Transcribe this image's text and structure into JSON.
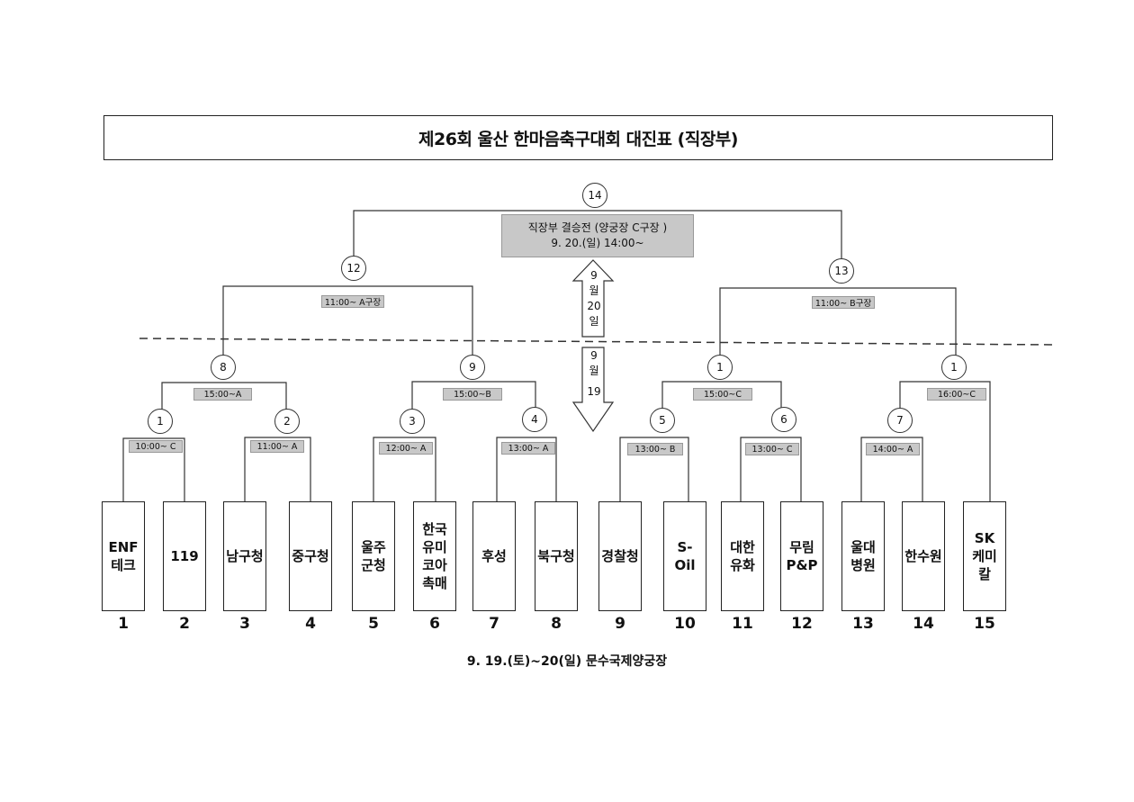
{
  "title": "제26회 울산 한마음축구대회 대진표 (직장부)",
  "final": {
    "match_no": "14",
    "line1": "직장부 결승전 (양궁장 C구장 )",
    "line2": "9. 20.(일) 14:00~"
  },
  "day_up": {
    "l1": "9",
    "l2": "월",
    "l3": "20",
    "l4": "일"
  },
  "day_down": {
    "l1": "9",
    "l2": "월",
    "l3": "19"
  },
  "semis": [
    {
      "match_no": "12",
      "time": "11:00~ A구장"
    },
    {
      "match_no": "13",
      "time": "11:00~ B구장"
    }
  ],
  "quarters": [
    {
      "match_no": "8",
      "time": "15:00~A"
    },
    {
      "match_no": "9",
      "time": "15:00~B"
    },
    {
      "match_no": "1",
      "time": "15:00~C"
    },
    {
      "match_no": "1",
      "time": "16:00~C"
    }
  ],
  "round1": [
    {
      "match_no": "1",
      "time": "10:00~ C"
    },
    {
      "match_no": "2",
      "time": "11:00~ A"
    },
    {
      "match_no": "3",
      "time": "12:00~ A"
    },
    {
      "match_no": "4",
      "time": "13:00~ A"
    },
    {
      "match_no": "5",
      "time": "13:00~ B"
    },
    {
      "match_no": "6",
      "time": "13:00~ C"
    },
    {
      "match_no": "7",
      "time": "14:00~ A"
    }
  ],
  "teams": [
    {
      "name": "ENF\n테크",
      "seed": "1"
    },
    {
      "name": "119",
      "seed": "2"
    },
    {
      "name": "남구청",
      "seed": "3"
    },
    {
      "name": "중구청",
      "seed": "4"
    },
    {
      "name": "울주\n군청",
      "seed": "5"
    },
    {
      "name": "한국\n유미\n코아\n촉매",
      "seed": "6"
    },
    {
      "name": "후성",
      "seed": "7"
    },
    {
      "name": "북구청",
      "seed": "8"
    },
    {
      "name": "경찰청",
      "seed": "9"
    },
    {
      "name": "S-\nOil",
      "seed": "10"
    },
    {
      "name": "대한\n유화",
      "seed": "11"
    },
    {
      "name": "무림\nP&P",
      "seed": "12"
    },
    {
      "name": "울대\n병원",
      "seed": "13"
    },
    {
      "name": "한수원",
      "seed": "14"
    },
    {
      "name": "SK\n케미\n칼",
      "seed": "15"
    }
  ],
  "venue": "9. 19.(토)~20(일) 문수국제양궁장"
}
